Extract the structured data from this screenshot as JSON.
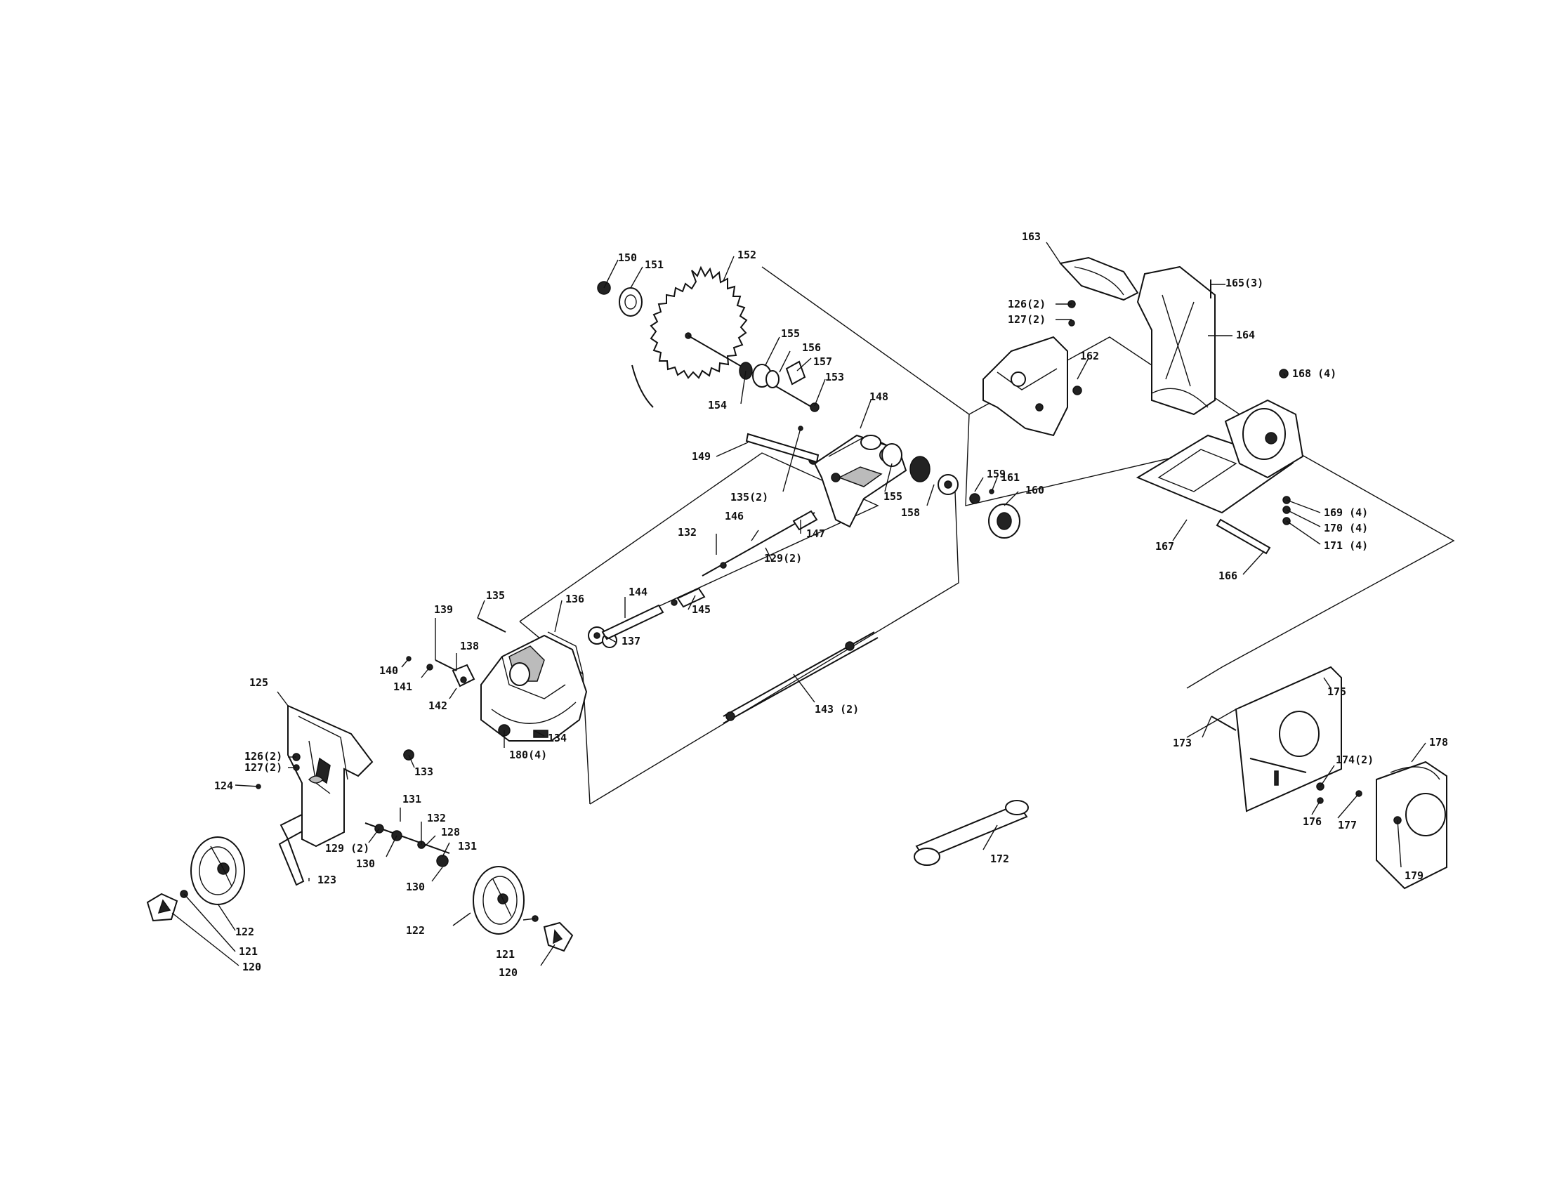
{
  "labels": {
    "l120a": "120",
    "l121a": "121",
    "l122a": "122",
    "l123": "123",
    "l124": "124",
    "l125": "125",
    "l126a": "126(2)",
    "l127a": "127(2)",
    "l129a": "129 (2)",
    "l130a": "130",
    "l131a": "131",
    "l132a": "132",
    "l128": "128",
    "l131b": "131",
    "l130b": "130",
    "l122b": "122",
    "l121b": "121",
    "l120b": "120",
    "l133": "133",
    "l134": "134",
    "l180": "180(4)",
    "l140": "140",
    "l141": "141",
    "l142": "142",
    "l139": "139",
    "l138": "138",
    "l135": "135",
    "l136": "136",
    "l137": "137",
    "l144": "144",
    "l145": "145",
    "l132b": "132",
    "l146": "146",
    "l147": "147",
    "l129b": "129(2)",
    "l135b": "135(2)",
    "l149": "149",
    "l148": "148",
    "l150": "150",
    "l151": "151",
    "l152": "152",
    "l155": "155",
    "l156": "156",
    "l157": "157",
    "l153": "153",
    "l154": "154",
    "l155b": "155",
    "l158": "158",
    "l159": "159",
    "l161": "161",
    "l160": "160",
    "l143": "143 (2)",
    "l163": "163",
    "l126b": "126(2)",
    "l127b": "127(2)",
    "l162": "162",
    "l165": "165(3)",
    "l164": "164",
    "l168": "168 (4)",
    "l169": "169 (4)",
    "l170": "170 (4)",
    "l171": "171 (4)",
    "l167": "167",
    "l166": "166",
    "l175": "175",
    "l173": "173",
    "l174": "174(2)",
    "l176": "176",
    "l177": "177",
    "l178": "178",
    "l179": "179",
    "l172": "172"
  }
}
